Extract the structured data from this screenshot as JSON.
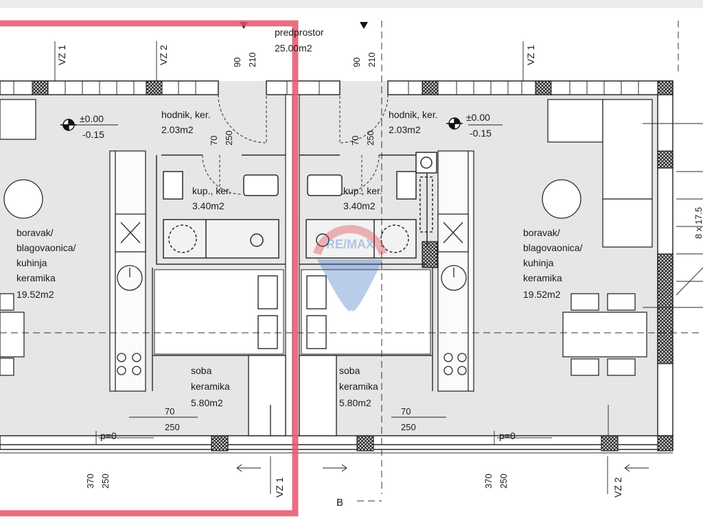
{
  "labels": {
    "predprostor": "predprostor",
    "predprostor_area": "25.00m2",
    "hodnik": "hodnik, ker.",
    "hodnik_area": "2.03m2",
    "kup": "kup., ker.",
    "kup_area": "3.40m2",
    "boravak_1": "boravak/",
    "boravak_2": "blagovaonica/",
    "boravak_3": "kuhinja",
    "boravak_4": "keramika",
    "boravak_area": "19.52m2",
    "soba": "soba",
    "soba_2": "keramika",
    "soba_area": "5.80m2",
    "level_plus": "±0.00",
    "level_minus": "-0.15",
    "p0": "p=0",
    "section_b": "B",
    "stairs": "8 x 17.5",
    "watermark": "RE/MAX"
  },
  "dims": {
    "d90": "90",
    "d210": "210",
    "d70": "70",
    "d250": "250",
    "d370": "370"
  },
  "axes": {
    "vz1": "VZ 1",
    "vz2": "VZ 2"
  },
  "colors": {
    "floor": "#e6e6e6",
    "wall": "#2a2a2a",
    "highlight": "#e8536c",
    "watermark_red": "#d9343f",
    "watermark_blue": "#3a6fc4"
  }
}
